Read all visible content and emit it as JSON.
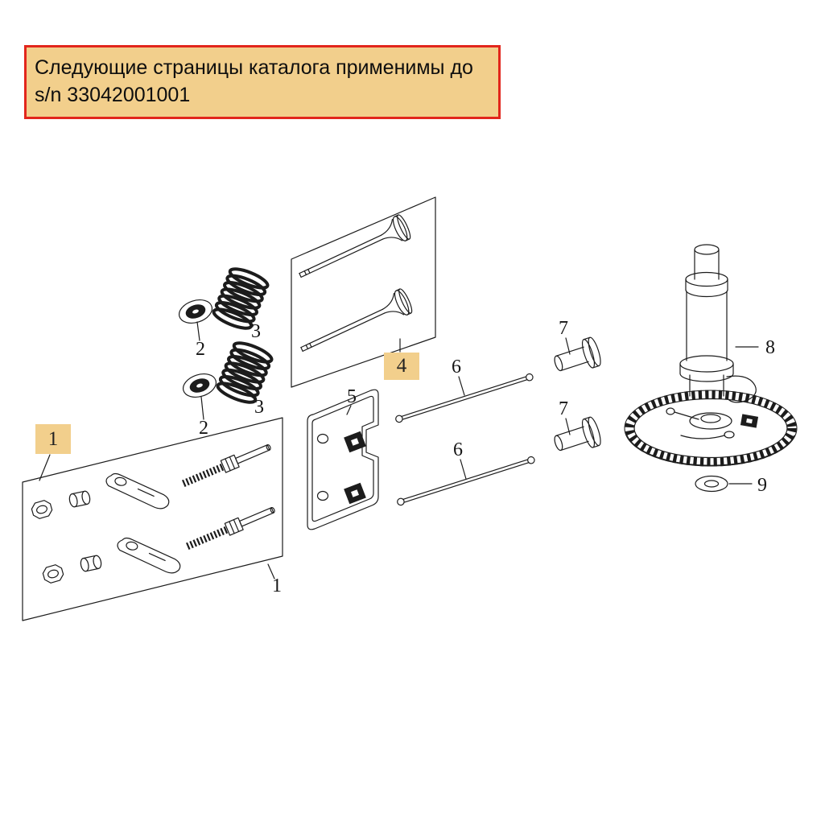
{
  "banner": {
    "line1": "Следующие страницы каталога применимы до",
    "line2": "s/n 33042001001"
  },
  "callouts": {
    "kit_box_highlight": "1",
    "valve_box_highlight": "4",
    "retainer_top": "2",
    "retainer_bottom": "2",
    "spring_top": "3",
    "spring_bottom": "3",
    "guide_plate": "5",
    "push_rod_top": "6",
    "push_rod_bottom": "6",
    "tappet_top": "7",
    "tappet_bottom": "7",
    "camshaft": "8",
    "washer": "9",
    "rocker_kit": "1"
  },
  "colors": {
    "highlight-bg": "#F2CF8C",
    "banner-bg": "#F2CF8C",
    "banner-border": "#E2261C",
    "ink": "#1c1c1c",
    "paper": "#FFFFFF"
  }
}
